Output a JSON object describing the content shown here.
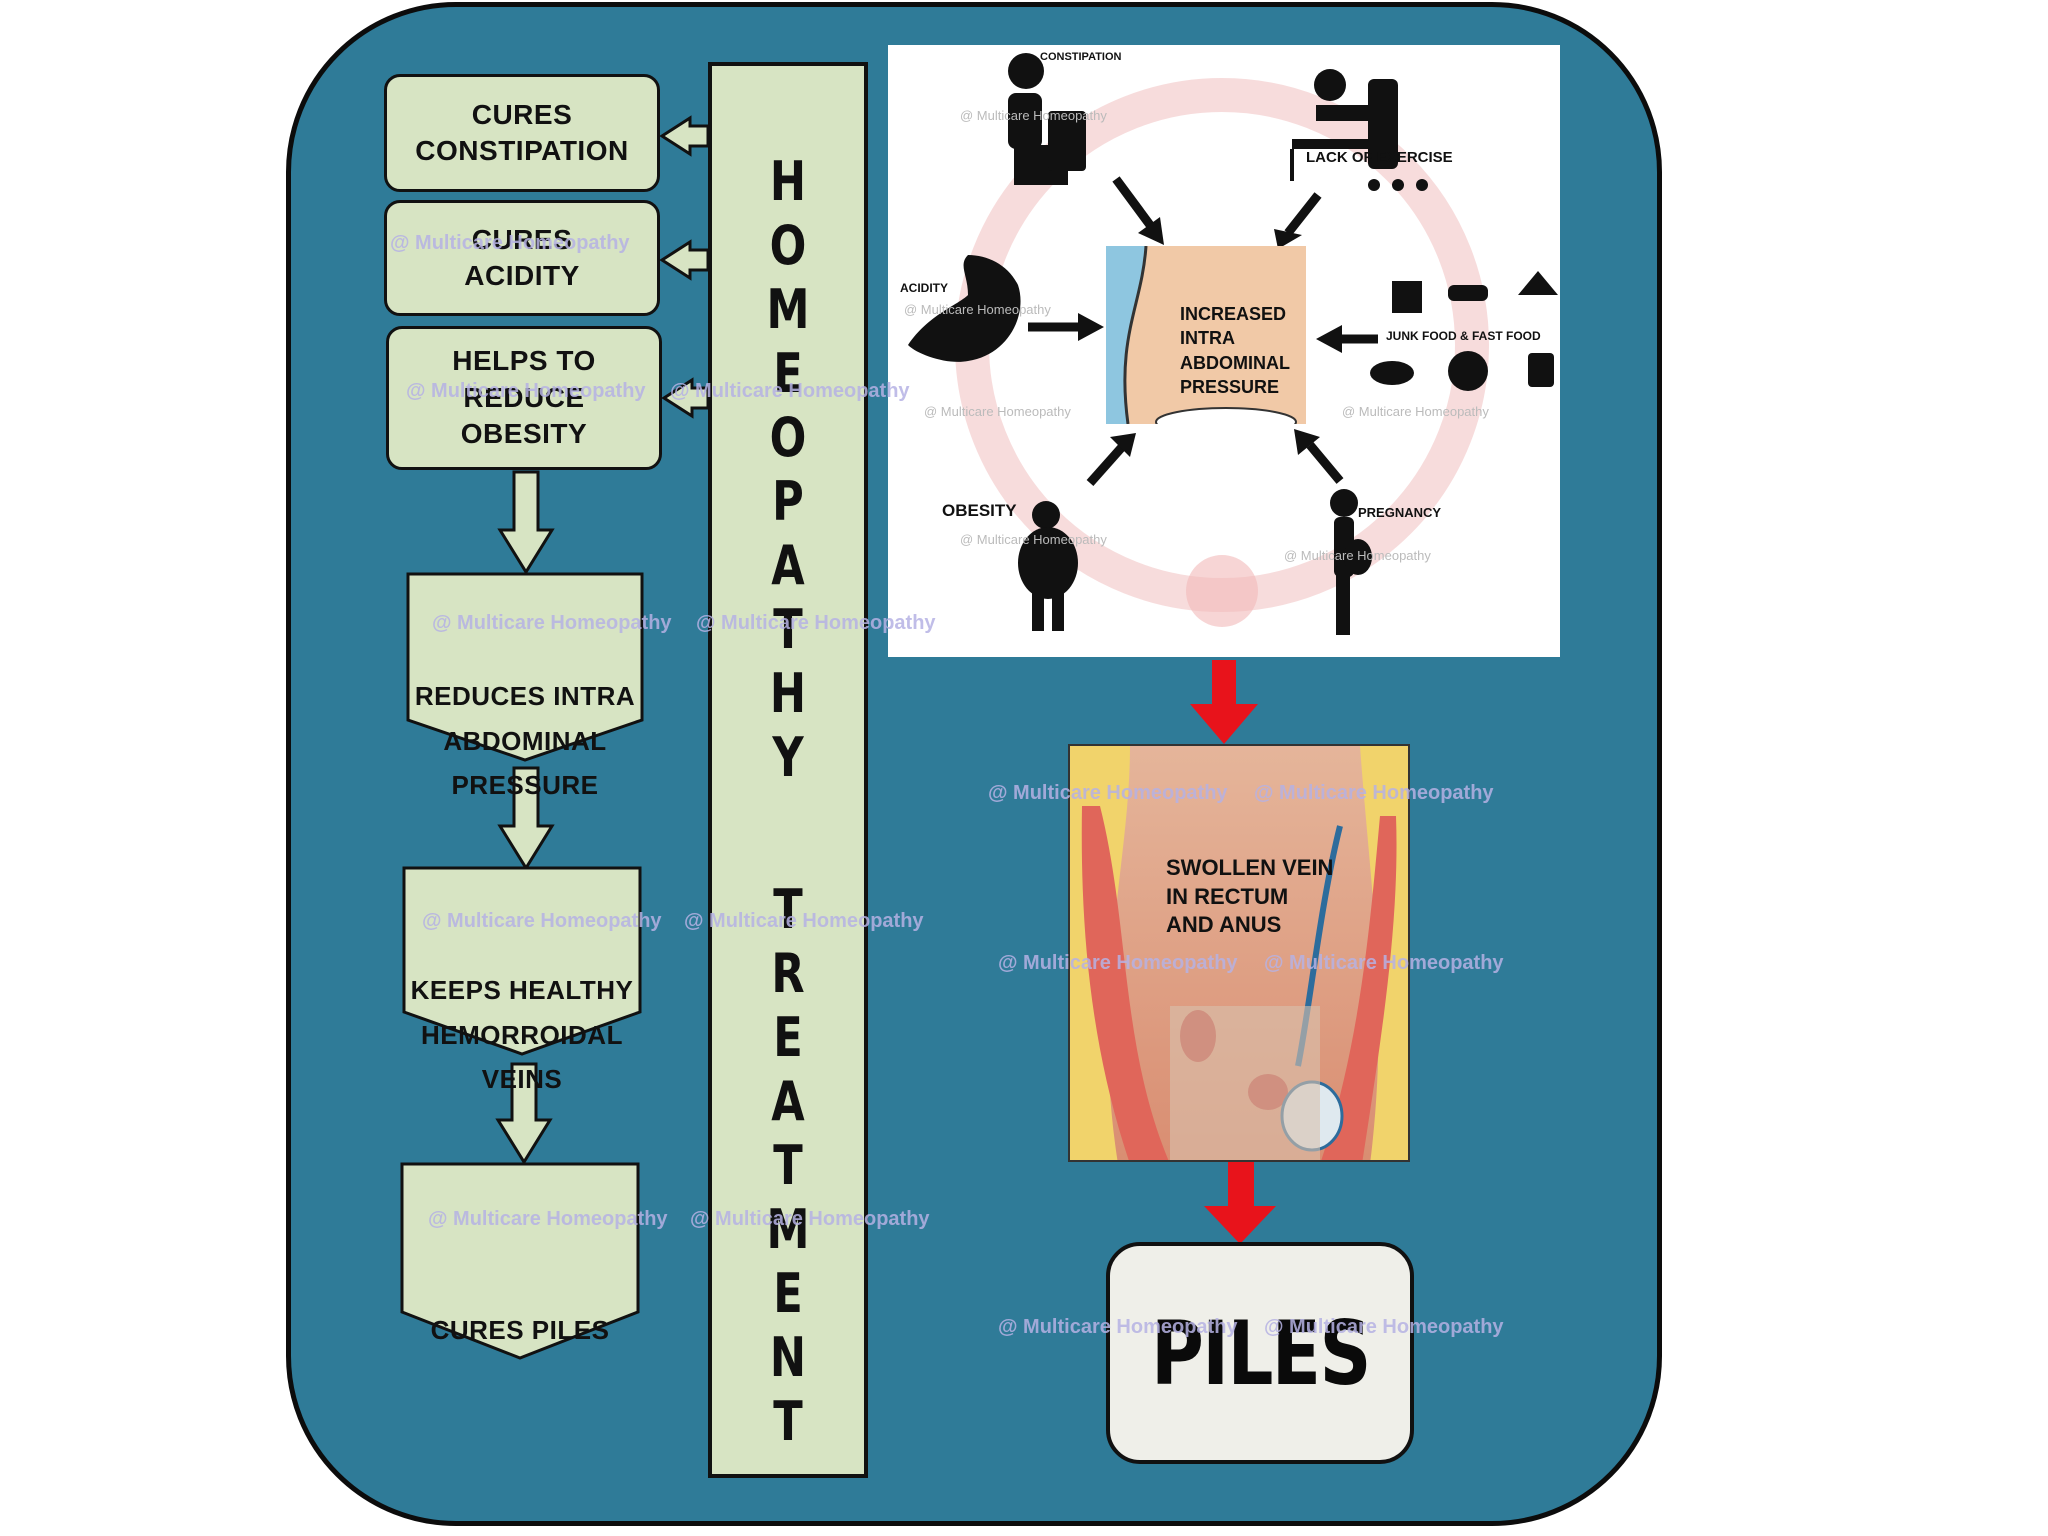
{
  "flow": {
    "boxes": [
      {
        "label": "CURES\nCONSTIPATION"
      },
      {
        "label": "CURES\nACIDITY"
      },
      {
        "label": "HELPS TO\nREDUCE\nOBESITY"
      }
    ],
    "steps": [
      {
        "label": "REDUCES INTRA\nABDOMINAL\nPRESSURE"
      },
      {
        "label": "KEEPS HEALTHY\nHEMORROIDAL\nVEINS"
      },
      {
        "label": "CURES PILES"
      }
    ]
  },
  "vertical_bar": {
    "word1": "H\nO\nM\nE\nO\nP\nA\nT\nH\nY",
    "word2": "T\nR\nE\nA\nT\nM\nE\nN\nT"
  },
  "causes": {
    "constipation": "CONSTIPATION",
    "lack_of_exercise": "LACK OF EXERCISE",
    "acidity": "ACIDITY",
    "junk_food": "JUNK FOOD & FAST FOOD",
    "obesity": "OBESITY",
    "pregnancy": "PREGNANCY",
    "center": "INCREASED\nINTRA\nABDOMINAL\nPRESSURE"
  },
  "vein": {
    "label": "SWOLLEN VEIN\nIN RECTUM\nAND ANUS"
  },
  "result": {
    "label": "PILES"
  },
  "watermark": "@ Multicare Homeopathy",
  "colors": {
    "background": "#2f7b98",
    "box_fill": "#d7e4c3",
    "arrow_red": "#e8131b",
    "outline": "#111111"
  }
}
